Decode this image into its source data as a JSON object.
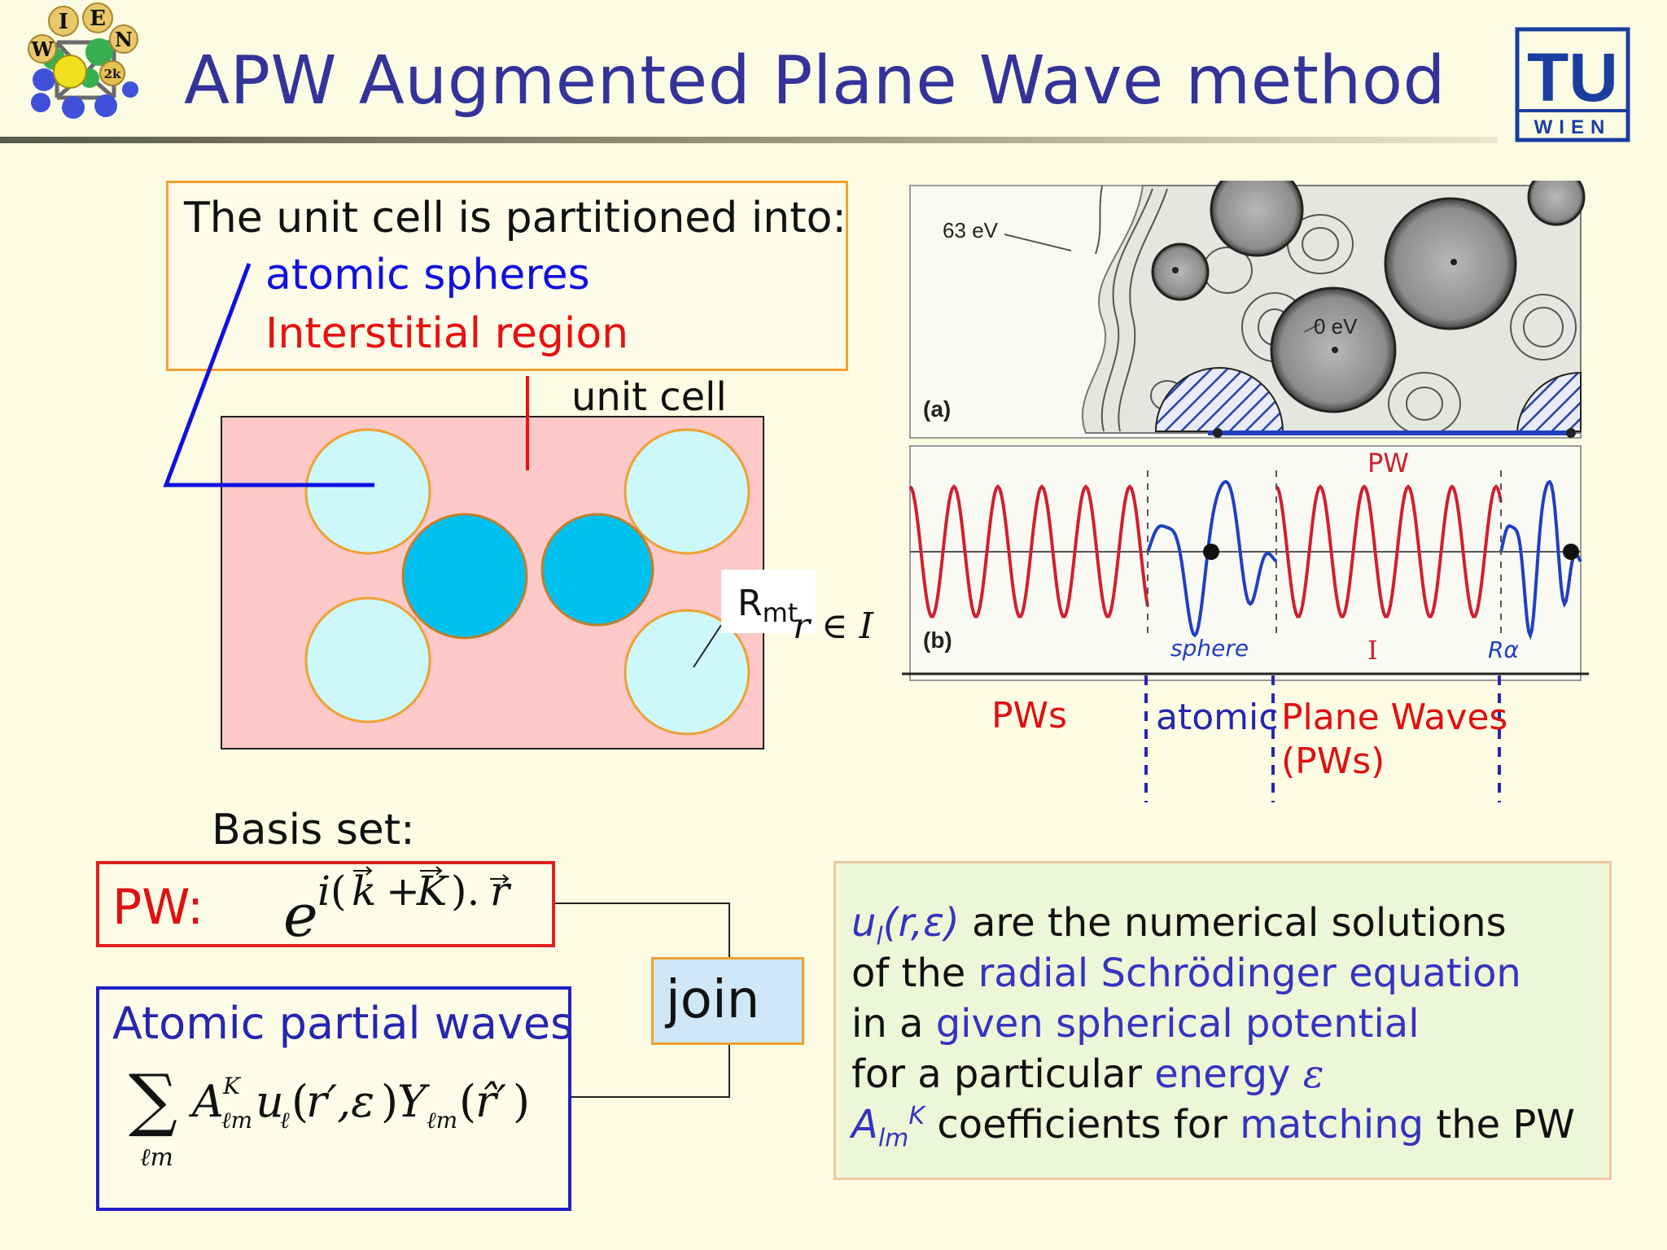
{
  "header": {
    "title": "APW Augmented Plane Wave method",
    "logo_left_letters": [
      "I",
      "E",
      "W",
      "N",
      "2k"
    ],
    "logo_right_text": "TU",
    "logo_right_subtext": "WIEN"
  },
  "partition": {
    "heading": "The unit cell is partitioned into:",
    "item_spheres": "atomic spheres",
    "item_interstitial": "Interstitial region",
    "unit_cell_label": "unit cell",
    "rmt_label": "R",
    "rmt_sub": "mt",
    "region_formula": "r ∈ I"
  },
  "figure": {
    "panel_a_label": "(a)",
    "panel_b_label": "(b)",
    "energy_top": "63 eV",
    "energy_zero": "0 eV",
    "hw_pw": "PW",
    "hw_sphere": "sphere",
    "hw_interstitial": "I",
    "hw_ra": "Rα",
    "below_pws": "PWs",
    "below_atomic": "atomic",
    "below_plane_waves": "Plane Waves",
    "below_pws_paren": "(PWs)"
  },
  "basis": {
    "label": "Basis set:",
    "pw_label": "PW:",
    "atomic_label": "Atomic partial waves",
    "join_label": "join"
  },
  "info": {
    "line1_sym": "u",
    "line1_sub": "l",
    "line1_args": "(r,ε)",
    "line1_text": " are the numerical solutions",
    "line2_text": "of the ",
    "line2_blue": "radial Schrödinger equation",
    "line3_text": "in a ",
    "line3_blue": "given spherical potential",
    "line4_text": "for a particular ",
    "line4_blue": "energy",
    "line4_sym": "ε",
    "line5_sym": "A",
    "line5_sub": "lm",
    "line5_sup": "K",
    "line5_text": " coefficients for ",
    "line5_blue": "matching",
    "line5_end": " the PW"
  },
  "colors": {
    "title": "#33339a",
    "sphere_light": "#ccf8fc",
    "sphere_dark": "#00c0f0",
    "sphere_stroke": "#f0a030",
    "cell_fill": "#fcc8c8",
    "pw_wave": "#d02030",
    "sphere_wave": "#2040c0"
  }
}
